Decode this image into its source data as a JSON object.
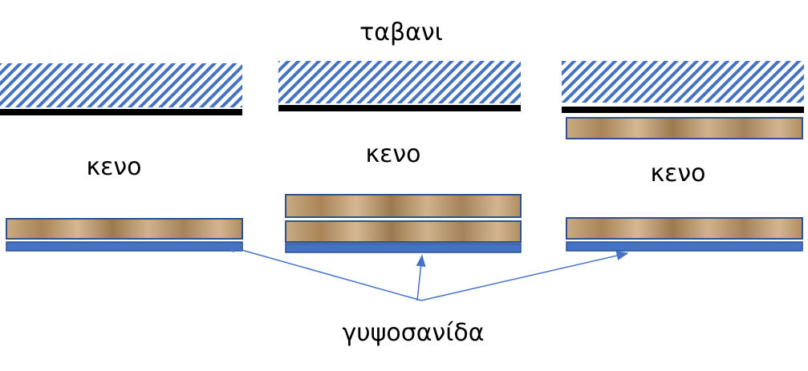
{
  "title": "ταβανι",
  "void_label": "κενο",
  "gypsum_label": "γυψοσανίδα",
  "colors": {
    "hatch": "#4472c4",
    "joist": "#000000",
    "board_border": "#2f528f",
    "board_fill": "#c4a57c",
    "plate": "#4472c4",
    "arrow": "#4472c4"
  },
  "panels": [
    {
      "void_label": "κενο",
      "boards_bottom": 1,
      "boards_top": 0
    },
    {
      "void_label": "κενο",
      "boards_bottom": 2,
      "boards_top": 0
    },
    {
      "void_label": "κενο",
      "boards_bottom": 1,
      "boards_top": 1
    }
  ]
}
